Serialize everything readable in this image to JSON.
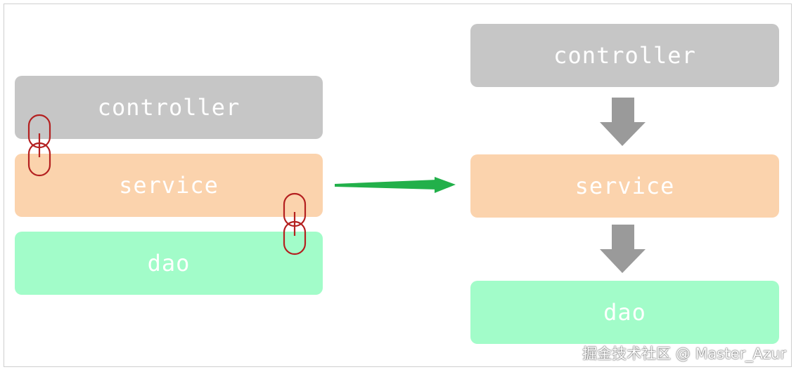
{
  "left_stack": {
    "controller_label": "controller",
    "service_label": "service",
    "dao_label": "dao"
  },
  "right_stack": {
    "controller_label": "controller",
    "service_label": "service",
    "dao_label": "dao"
  },
  "colors": {
    "controller": "#c6c6c6",
    "service": "#fbd3ad",
    "dao": "#a2fcc9",
    "chain_link": "#b42020",
    "transition_arrow": "#22b04a",
    "down_arrow": "#9a9a9a"
  },
  "icons": {
    "coupling": "chain-link-icon",
    "transition": "right-arrow-icon",
    "flow": "down-arrow-icon"
  },
  "watermark": "掘金技术社区 @ Master_Azur"
}
